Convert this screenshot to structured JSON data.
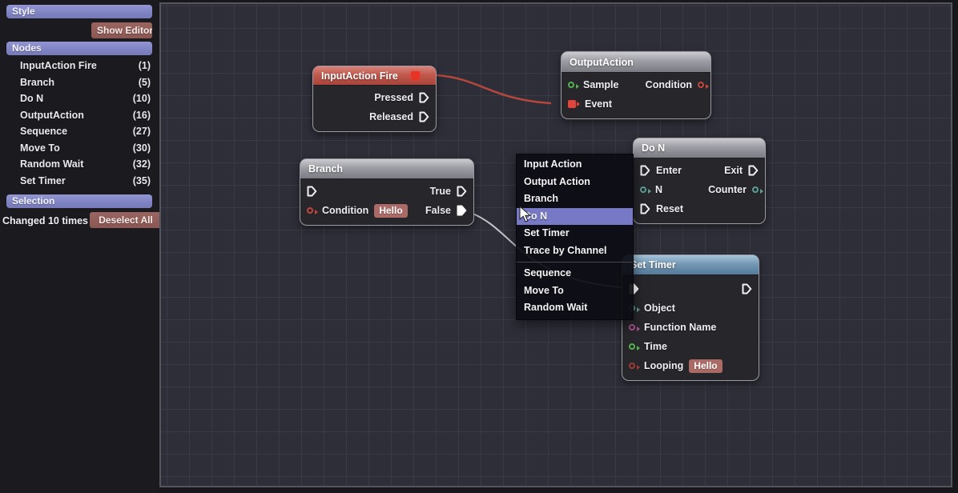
{
  "sidebar": {
    "style": {
      "header": "Style",
      "show_editor": "Show Editor"
    },
    "nodes": {
      "header": "Nodes",
      "items": [
        {
          "name": "InputAction Fire",
          "count": "(1)"
        },
        {
          "name": "Branch",
          "count": "(5)"
        },
        {
          "name": "Do N",
          "count": "(10)"
        },
        {
          "name": "OutputAction",
          "count": "(16)"
        },
        {
          "name": "Sequence",
          "count": "(27)"
        },
        {
          "name": "Move To",
          "count": "(30)"
        },
        {
          "name": "Random Wait",
          "count": "(32)"
        },
        {
          "name": "Set Timer",
          "count": "(35)"
        }
      ]
    },
    "selection": {
      "header": "Selection",
      "status": "Changed 10 times",
      "deselect_all": "Deselect All"
    }
  },
  "graph": {
    "inputaction_fire": {
      "title": "InputAction Fire",
      "header_icon": "red-event-square",
      "outputs": {
        "pressed": "Pressed",
        "released": "Released"
      }
    },
    "outputaction": {
      "title": "OutputAction",
      "inputs": {
        "sample": "Sample",
        "event": "Event"
      },
      "outputs": {
        "condition": "Condition"
      }
    },
    "branch": {
      "title": "Branch",
      "inputs": {
        "condition": "Condition"
      },
      "condition_value": "Hello",
      "outputs": {
        "true": "True",
        "false": "False"
      }
    },
    "do_n": {
      "title": "Do N",
      "inputs": {
        "enter": "Enter",
        "n": "N",
        "reset": "Reset"
      },
      "outputs": {
        "exit": "Exit",
        "counter": "Counter"
      }
    },
    "set_timer": {
      "title": "Set Timer",
      "inputs": {
        "object": "Object",
        "function_name": "Function Name",
        "time": "Time",
        "looping": "Looping"
      },
      "looping_value": "Hello"
    },
    "wires": [
      {
        "from": "InputAction Fire event",
        "to": "OutputAction Event",
        "color": "#b5473d"
      },
      {
        "from": "Branch False",
        "to": "Set Timer exec",
        "color": "#d6d6dc"
      }
    ]
  },
  "context_menu": {
    "highlighted": "Do N",
    "items": [
      "Input Action",
      "Output Action",
      "Branch",
      "Do N",
      "Set Timer",
      "Trace by Channel",
      "Sequence",
      "Move To",
      "Random Wait"
    ]
  },
  "colors": {
    "accent_purple": "#8184c4",
    "menu_highlight": "#7779c4",
    "brick_button": "#8a5752",
    "node_header_red": "#c05a4f",
    "node_header_blue": "#7598b4",
    "wire_red": "#b5473d",
    "wire_white": "#d6d6dc",
    "pin_green": "#55b050",
    "pin_teal": "#5e9e93",
    "pin_red": "#c4463c",
    "pin_magenta": "#a85190",
    "pin_dark_red": "#a23b33",
    "event_square": "#e4453a",
    "value_badge": "#ab6a65"
  }
}
